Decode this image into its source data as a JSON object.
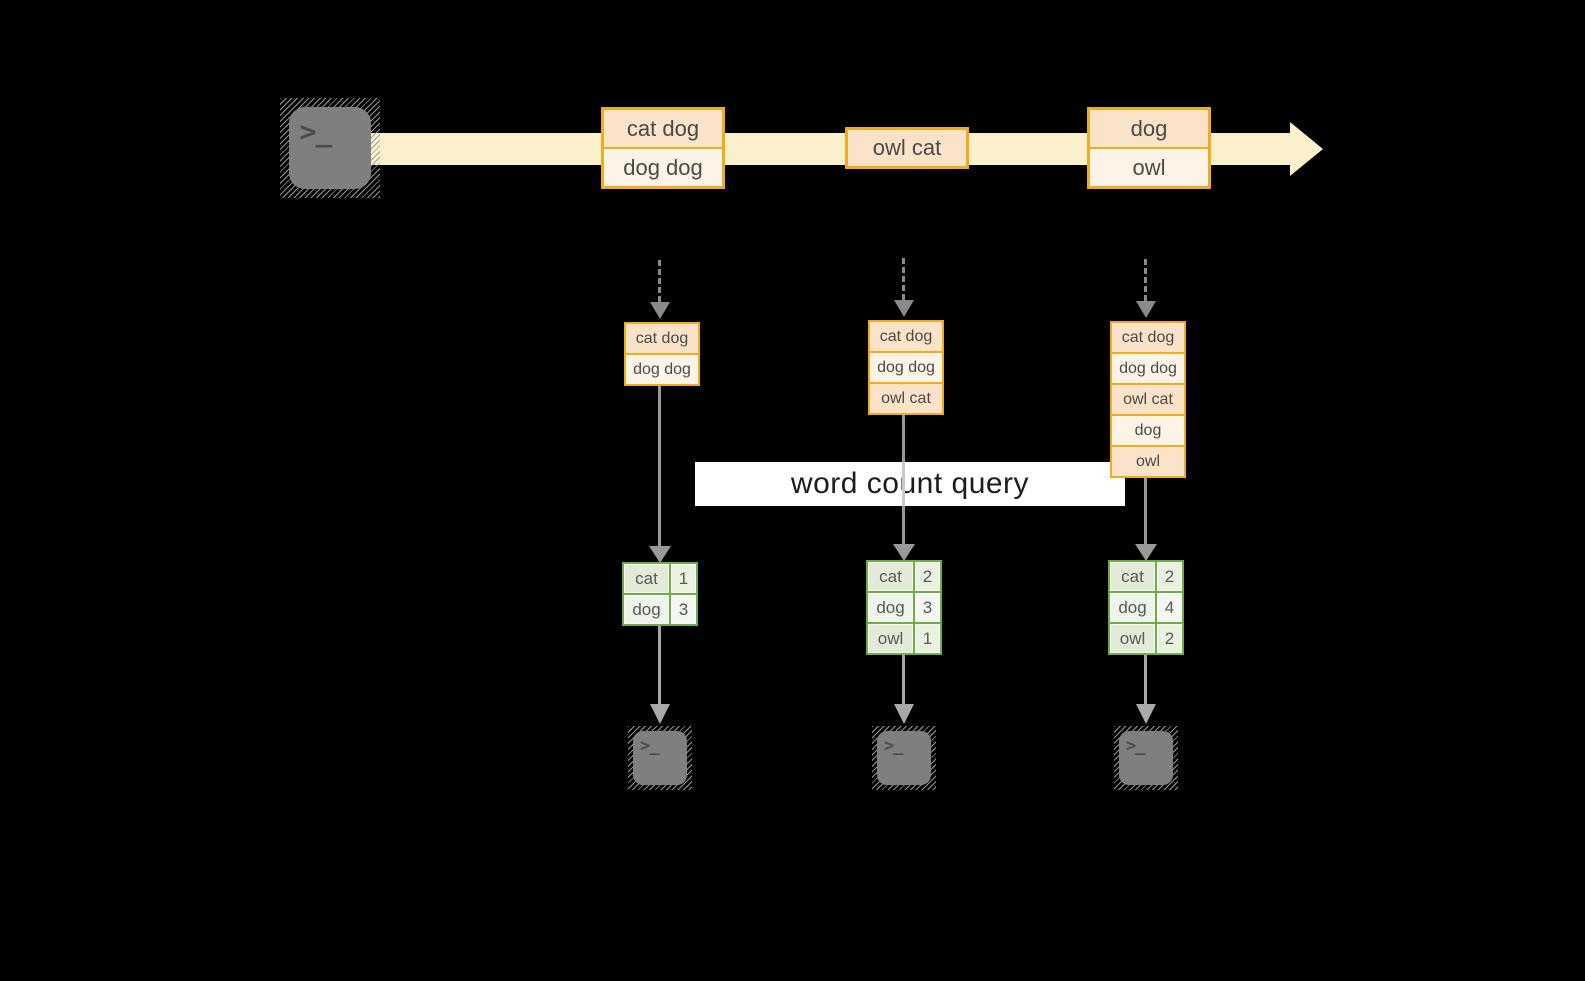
{
  "query_label": "word count query",
  "icons": {
    "terminal_prompt": ">_",
    "terminal": "terminal-icon",
    "stream_arrow": "right-arrow",
    "flow_arrow": "down-arrow"
  },
  "stream": {
    "batches": [
      {
        "records": [
          "cat dog",
          "dog dog"
        ]
      },
      {
        "records": [
          "owl cat"
        ]
      },
      {
        "records": [
          "dog",
          "owl"
        ]
      }
    ]
  },
  "columns": [
    {
      "accumulated": [
        "cat dog",
        "dog dog"
      ],
      "counts": [
        [
          "cat",
          "1"
        ],
        [
          "dog",
          "3"
        ]
      ]
    },
    {
      "accumulated": [
        "cat dog",
        "dog dog",
        "owl cat"
      ],
      "counts": [
        [
          "cat",
          "2"
        ],
        [
          "dog",
          "3"
        ],
        [
          "owl",
          "1"
        ]
      ]
    },
    {
      "accumulated": [
        "cat dog",
        "dog dog",
        "owl cat",
        "dog",
        "owl"
      ],
      "counts": [
        [
          "cat",
          "2"
        ],
        [
          "dog",
          "4"
        ],
        [
          "owl",
          "2"
        ]
      ]
    }
  ],
  "colors": {
    "bg": "#000000",
    "stream_band": "#FAF0CC",
    "orange_border": "#F0AC1F",
    "peach_dark": "#FAE3C8",
    "peach_light": "#FDF3E6",
    "green_border": "#6FAB47",
    "green_a": "#E3EBD8",
    "green_a2": "#EAF1E1",
    "green_b": "#EFF4EA",
    "green_b2": "#F4F7F0",
    "gray_line": "#999999",
    "gray_line_light": "#C9C9C9",
    "gray_dash": "#8A8A8A",
    "gray_arrow_bottom": "#A9A9A9",
    "terminal_fill": "#7F7F7F",
    "terminal_glyph": "#4B4B4B",
    "query_bg": "#FFFFFF",
    "query_text": "#1C1C1C",
    "cell_text": "#4A4A4A",
    "table_text": "#595959"
  }
}
